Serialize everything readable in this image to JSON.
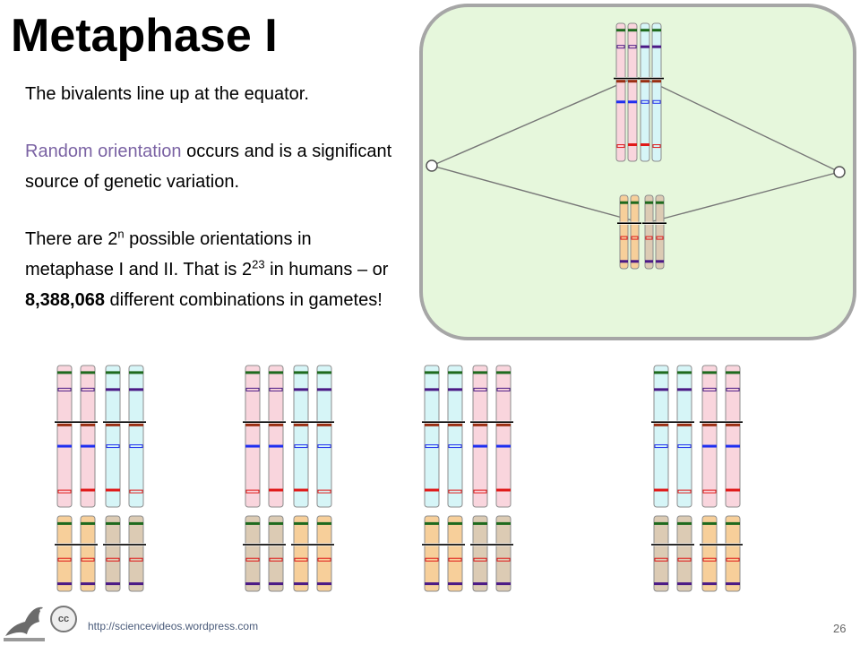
{
  "title": "Metaphase I",
  "paragraph1": "The bivalents line up at the equator.",
  "paragraph2": {
    "highlight": "Random orientation",
    "rest": " occurs and is a significant source of genetic variation."
  },
  "paragraph3": {
    "part1": "There are 2",
    "sup1": "n",
    "part2": " possible orientations in metaphase I and II. That is 2",
    "sup2": "23",
    "part3": " in humans – or ",
    "bold": "8,388,068",
    "part4": " different combinations in gametes!"
  },
  "footer": {
    "url": "http://sciencevideos.wordpress.com",
    "slide_number": "26",
    "cc_label": "cc"
  },
  "colors": {
    "accent": "#7a62a3",
    "cell_fill": "#e6f7dc",
    "cell_border": "#a6a6a6",
    "chromosome_pink": "#f9d5dd",
    "chromosome_cyan": "#d6f5f7",
    "chromosome_orange": "#f7cf9a",
    "chromosome_tan": "#dccbb4",
    "band_green": "#1e6a1e",
    "band_purple": "#4b1a86",
    "band_brown": "#9a2e12",
    "band_blue": "#1f2ff0",
    "band_red": "#e01818"
  },
  "icons": [
    "lizard-logo-icon",
    "cc-icon",
    "spindle-pole-icon"
  ]
}
